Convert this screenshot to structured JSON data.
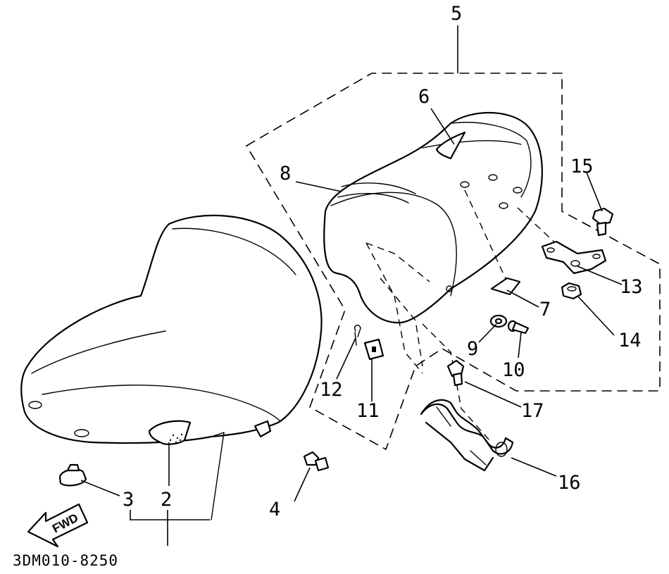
{
  "diagram": {
    "code": "3DM010-8250",
    "direction_label": "FWD",
    "callouts": [
      "2",
      "3",
      "4",
      "5",
      "6",
      "7",
      "8",
      "9",
      "10",
      "11",
      "12",
      "13",
      "14",
      "15",
      "16",
      "17"
    ]
  }
}
